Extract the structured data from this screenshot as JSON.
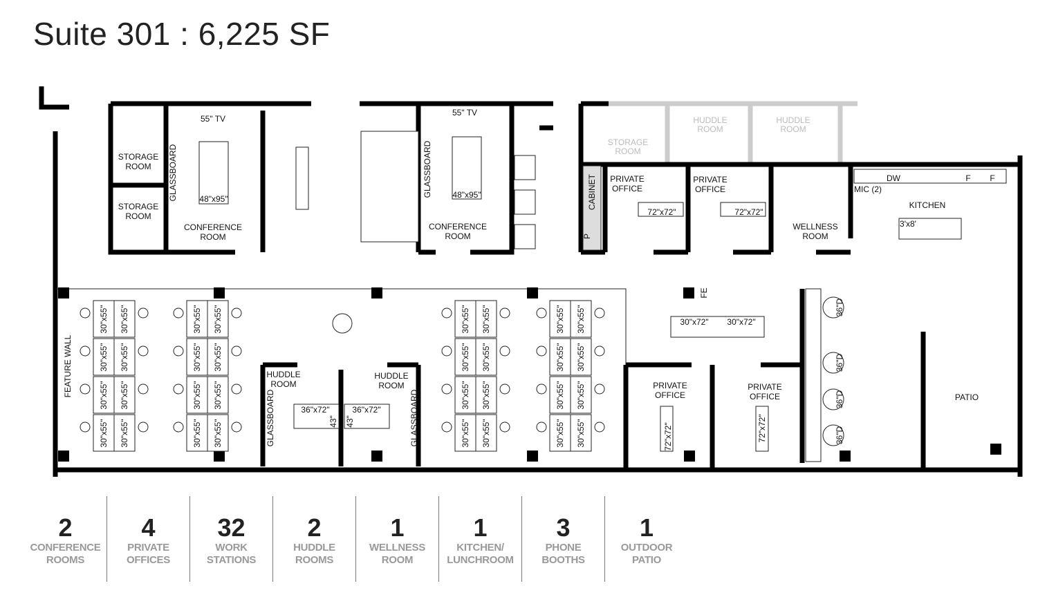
{
  "title": "Suite 301 : 6,225 SF",
  "plan": {
    "tv": "55\" TV",
    "storage_room": [
      "STORAGE",
      "ROOM"
    ],
    "glassboard": "GLASSBOARD",
    "conf_table": "48\"x95\"",
    "conference_room": [
      "CONFERENCE",
      "ROOM"
    ],
    "cabinet": "CABINET",
    "private_office": [
      "PRIVATE",
      "OFFICE"
    ],
    "office_desk": "72\"x72\"",
    "wellness_room": [
      "WELLNESS",
      "ROOM"
    ],
    "mic": "MIC (2)",
    "dw": "DW",
    "fridge": "F",
    "kitchen": "KITCHEN",
    "kitchen_table": "3'x8'",
    "huddle_room": [
      "HUDDLE",
      "ROOM"
    ],
    "huddle_table": "36\"x72\"",
    "huddle_dim": "43\"",
    "feature_wall": "FEATURE WALL",
    "workstation": "30\"x55\"",
    "bench_table": "30\"x72\"",
    "fe": "FE",
    "booth_seat": "36\"D",
    "patio": "PATIO",
    "p": "P"
  },
  "stats": [
    {
      "value": "2",
      "label": [
        "CONFERENCE",
        "ROOMS"
      ]
    },
    {
      "value": "4",
      "label": [
        "PRIVATE",
        "OFFICES"
      ]
    },
    {
      "value": "32",
      "label": [
        "WORK",
        "STATIONS"
      ]
    },
    {
      "value": "2",
      "label": [
        "HUDDLE",
        "ROOMS"
      ]
    },
    {
      "value": "1",
      "label": [
        "WELLNESS",
        "ROOM"
      ]
    },
    {
      "value": "1",
      "label": [
        "KITCHEN/",
        "LUNCHROOM"
      ]
    },
    {
      "value": "3",
      "label": [
        "PHONE",
        "BOOTHS"
      ]
    },
    {
      "value": "1",
      "label": [
        "OUTDOOR",
        "PATIO"
      ]
    }
  ]
}
